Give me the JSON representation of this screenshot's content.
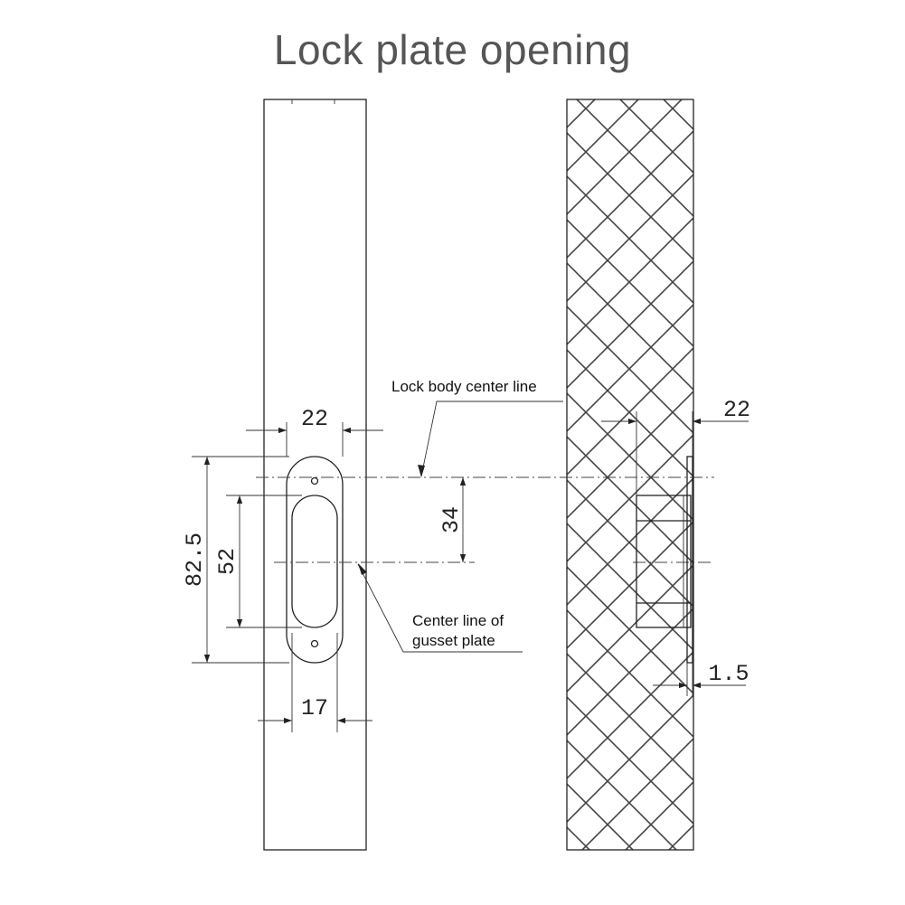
{
  "title": "Lock plate opening",
  "dimensions": {
    "plate_width": "22",
    "overall_height": "82.5",
    "slot_length": "52",
    "center_offset": "34",
    "slot_width": "17",
    "lock_depth": "22",
    "plate_thickness": "1.5"
  },
  "notes": {
    "lock_body_center_line": "Lock body center line",
    "gusset_line_1": "Center line of",
    "gusset_line_2": "gusset plate"
  }
}
